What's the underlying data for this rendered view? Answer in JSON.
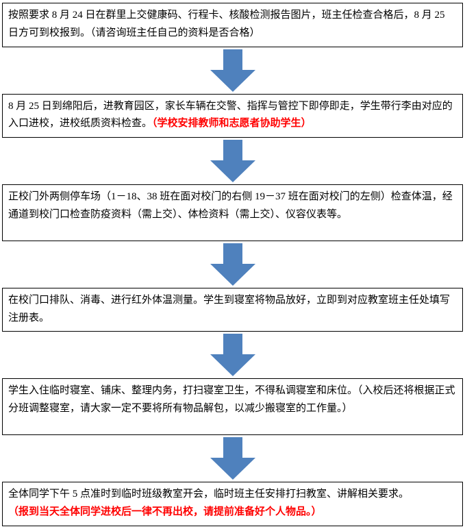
{
  "steps": [
    {
      "text": "按照要求 8 月 24 日在群里上交健康码、行程卡、核酸检测报告图片，班主任检查合格后，8 月 25 日方可到校报到。（请咨询班主任自己的资料是否合格）",
      "red": ""
    },
    {
      "text": "8 月 25 日到绵阳后，进教育园区，家长车辆在交警、指挥与管控下即停即走，学生带行李由对应的入口进校，进校纸质资料检查。",
      "red": "（学校安排教师和志愿者协助学生）"
    },
    {
      "text": "正校门外两侧停车场（1－18、38 班在面对校门的右侧 19－37 班在面对校门的左侧）检查体温，经通道到校门口检查防疫资料（需上交）、体检资料（需上交）、仪容仪表等。",
      "red": ""
    },
    {
      "text": "在校门口排队、消毒、进行红外体温测量。学生到寝室将物品放好，立即到对应教室班主任处填写注册表。",
      "red": ""
    },
    {
      "text": "学生入住临时寝室、铺床、整理内务，打扫寝室卫生，不得私调寝室和床位。（入校后还将根据正式分班调整寝室，请大家一定不要将所有物品解包，以减少搬寝室的工作量。）",
      "red": ""
    },
    {
      "text": "全体同学下午 5 点准时到临时班级教室开会，临时班主任安排打扫教室、讲解相关要求。",
      "red": "（报到当天全体同学进校后一律不再出校，请提前准备好个人物品。）"
    }
  ],
  "colors": {
    "arrow_fill": "#4F81BD",
    "emphasis": "#FF0000",
    "box_border": "#000000"
  }
}
